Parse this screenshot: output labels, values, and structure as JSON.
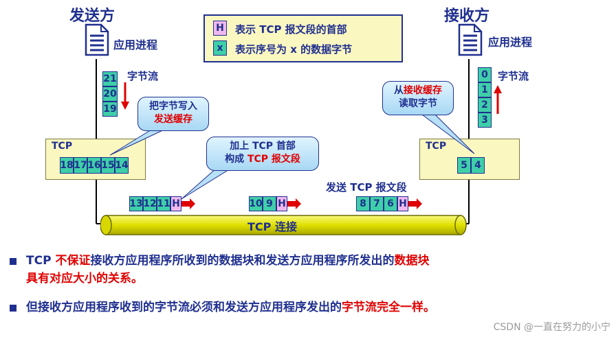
{
  "sender": {
    "title": "发送方",
    "app_label": "应用进程",
    "stream_label": "字节流",
    "stream_cells": [
      "21",
      "20",
      "19"
    ],
    "tcp_label": "TCP",
    "buffer_cells": [
      "18",
      "17",
      "16",
      "15",
      "14"
    ]
  },
  "receiver": {
    "title": "接收方",
    "app_label": "应用进程",
    "stream_label": "字节流",
    "stream_cells": [
      "0",
      "1",
      "2",
      "3"
    ],
    "tcp_label": "TCP",
    "buffer_cells": [
      "5",
      "4"
    ]
  },
  "legend": {
    "h_key": "H",
    "h_text": "表示 TCP 报文段的首部",
    "x_key": "x",
    "x_text": "表示序号为 x 的数据字节"
  },
  "callouts": {
    "write": {
      "line1": "把字节写入",
      "line2": "发送缓存"
    },
    "header": {
      "line1": "加上 TCP 首部",
      "line2_a": "构成 ",
      "line2_b": "TCP 报文段"
    },
    "read": {
      "line1_a": "从",
      "line1_b": "接收缓存",
      "line2": "读取字节"
    }
  },
  "send_segment_label": "发送 TCP 报文段",
  "segments": [
    {
      "cells": [
        "13",
        "12",
        "11"
      ],
      "header": "H"
    },
    {
      "cells": [
        "10",
        "9"
      ],
      "header": "H"
    },
    {
      "cells": [
        "8",
        "7",
        "6"
      ],
      "header": "H"
    }
  ],
  "connection_label": "TCP 连接",
  "bullets": [
    {
      "a": "TCP ",
      "b": "不保证",
      "c": "接收方应用程序所收到的数据块和发送方应用程序所发出的",
      "d": "数据块",
      "e": "具有对应大小的关系。"
    },
    {
      "a": "但接收方应用程序收到的字节流必须和发送方应用程序发出的",
      "b": "字节流完全一样。"
    }
  ],
  "watermark": "CSDN @一直在努力的小宁",
  "colors": {
    "text": "#1f2f8f",
    "accent": "#e00000",
    "cell": "#3fcfa8",
    "header_cell": "#efb8ef",
    "tcp_box": "#fbf7c0",
    "pipe": "#e8e800"
  }
}
